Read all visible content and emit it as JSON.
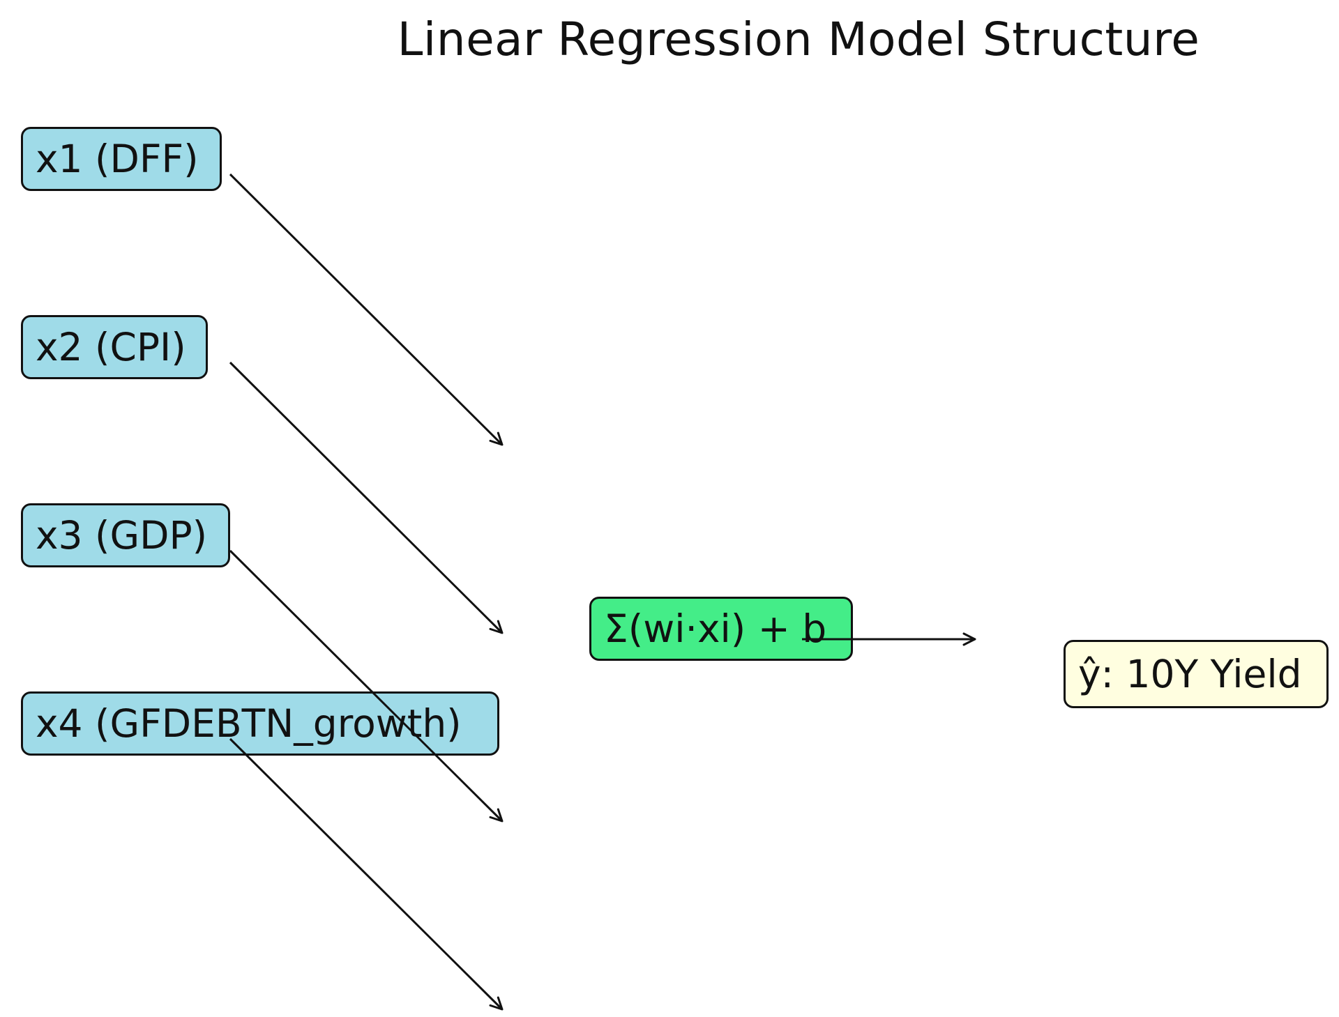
{
  "title": "Linear Regression Model Structure",
  "inputs": [
    {
      "label": "x1 (DFF)"
    },
    {
      "label": "x2 (CPI)"
    },
    {
      "label": "x3 (GDP)"
    },
    {
      "label": "x4 (GFDEBTN_growth)"
    }
  ],
  "sum_node": {
    "label": "Σ(wi·xi) + b"
  },
  "output_node": {
    "label": "ŷ: 10Y Yield"
  },
  "colors": {
    "input_fill": "#9fdbe8",
    "sum_fill": "#44ed88",
    "output_fill": "#fffee0",
    "stroke": "#111111"
  }
}
